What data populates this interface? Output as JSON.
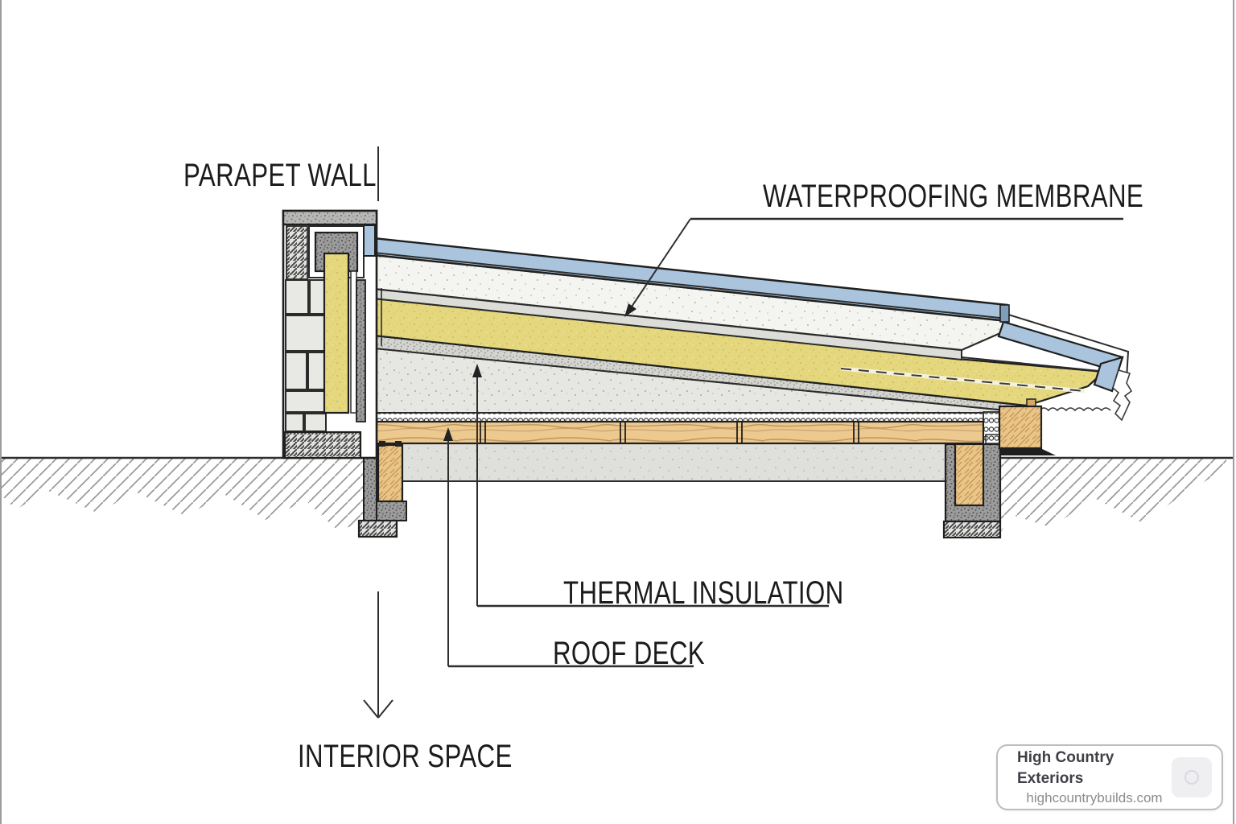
{
  "diagram": {
    "type": "roof-parapet-section-architectural-detail",
    "labels": {
      "parapet_wall": "PARAPET WALL",
      "waterproofing_membrane": "WATERPROOFING MEMBRANE",
      "thermal_insulation": "THERMAL INSULATION",
      "roof_deck": "ROOF DECK",
      "interior_space": "INTERIOR SPACE"
    },
    "colors": {
      "membrane_blue": "#a9c4dc",
      "insulation_yellow": "#e4d77e",
      "wood_tan": "#ebc88c",
      "concrete_gray": "#e6e6e3",
      "outline": "#1f1f1f"
    }
  },
  "badge": {
    "company": "High Country Exteriors",
    "website": "highcountrybuilds.com"
  }
}
